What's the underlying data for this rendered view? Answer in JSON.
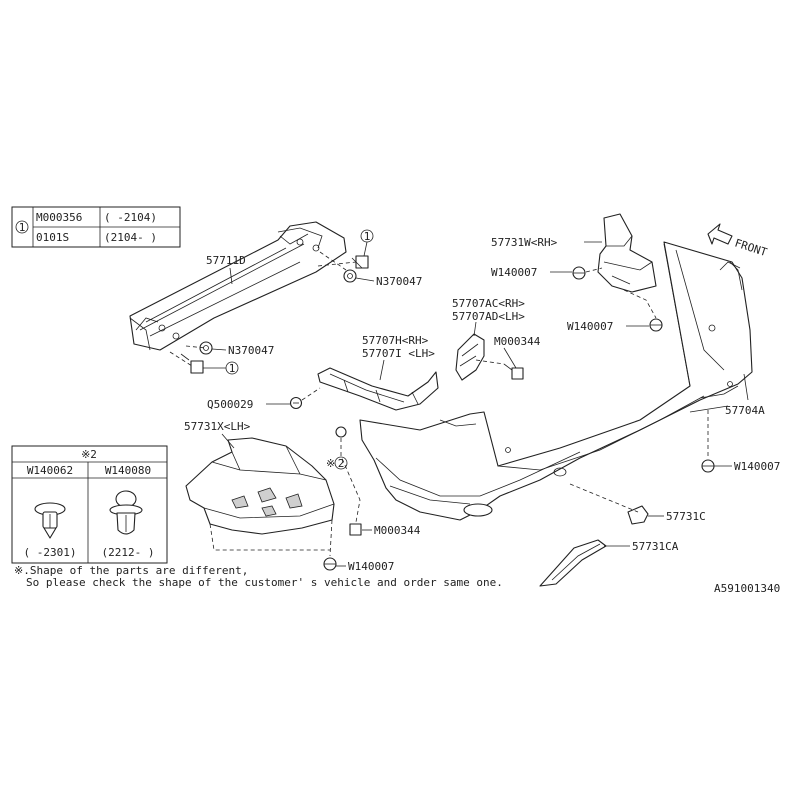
{
  "legend": {
    "circle_label": "1",
    "rows": [
      {
        "part": "M000356",
        "range": "( -2104)"
      },
      {
        "part": "0101S",
        "range": "(2104- )"
      }
    ]
  },
  "fastener_box": {
    "title": "※2",
    "columns": [
      {
        "part": "W140062",
        "range": "( -2301)"
      },
      {
        "part": "W140080",
        "range": "(2212- )"
      }
    ]
  },
  "callouts": {
    "p57711D": "57711D",
    "n370047_upper": "N370047",
    "n370047_lower": "N370047",
    "circle_upper": "1",
    "circle_lower": "1",
    "p57731W": "57731W<RH>",
    "w140007_upper": "W140007",
    "w140007_mid": "W140007",
    "p57707AC": "57707AC<RH>",
    "p57707AD": "57707AD<LH>",
    "m000344_upper": "M000344",
    "p57707H": "57707H<RH>",
    "p57707I": "57707I <LH>",
    "q500029": "Q500029",
    "p57731X": "57731X<LH>",
    "p57704A": "57704A",
    "w140007_right": "W140007",
    "note_mark": "※",
    "circle_two": "2",
    "m000344_lower": "M000344",
    "p57731C": "57731C",
    "w140007_lower": "W140007",
    "p57731CA": "57731CA",
    "front": "FRONT"
  },
  "note": {
    "line1": "※.Shape of the parts are different,",
    "line2": "So please check the shape of the customer' s vehicle and order same one."
  },
  "diagram_id": "A591001340"
}
